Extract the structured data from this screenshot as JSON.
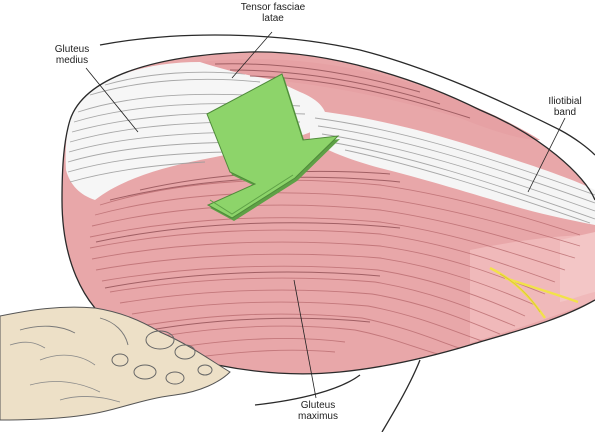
{
  "labels": {
    "tensor_fasciae_latae": [
      "Tensor fasciae",
      "latae"
    ],
    "gluteus_medius": [
      "Gluteus",
      "medius"
    ],
    "iliotibial_band": [
      "Iliotibial",
      "band"
    ],
    "gluteus_maximus": [
      "Gluteus",
      "maximus"
    ]
  },
  "colors": {
    "arrow": "#8dd46a",
    "arrow_dark": "#5ea146",
    "muscle": "#e8a7a9",
    "muscle_light": "#f2c3c4",
    "fascia": "#f4f4f4",
    "bone": "#ede0c7",
    "nerve": "#f2e24a"
  }
}
